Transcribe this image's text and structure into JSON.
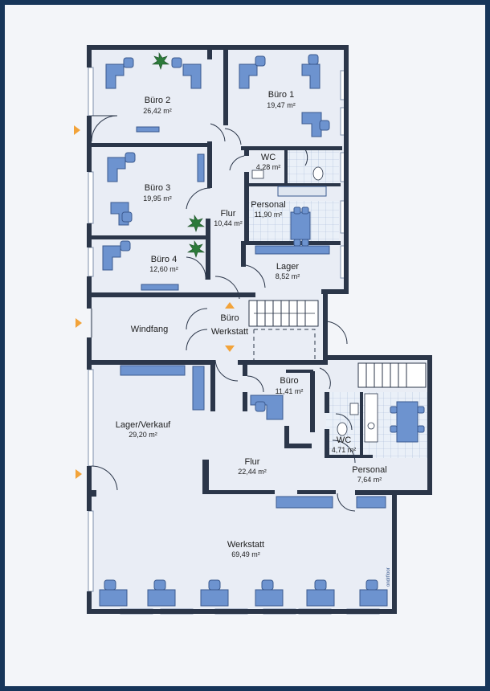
{
  "rooms": [
    {
      "id": "buero2",
      "name": "Büro 2",
      "area": "26,42 m²"
    },
    {
      "id": "buero1",
      "name": "Büro 1",
      "area": "19,47 m²"
    },
    {
      "id": "wc_top",
      "name": "WC",
      "area": "4,28 m²"
    },
    {
      "id": "buero3",
      "name": "Büro 3",
      "area": "19,95 m²"
    },
    {
      "id": "flur_top",
      "name": "Flur",
      "area": "10,44 m²"
    },
    {
      "id": "personal_top",
      "name": "Personal",
      "area": "11,90 m²"
    },
    {
      "id": "buero4",
      "name": "Büro 4",
      "area": "12,60 m²"
    },
    {
      "id": "lager",
      "name": "Lager",
      "area": "8,52 m²"
    },
    {
      "id": "windfang",
      "name": "Windfang",
      "area": ""
    },
    {
      "id": "buero_werkstatt",
      "name": "Büro",
      "name2": "Werkstatt",
      "area": ""
    },
    {
      "id": "buero_mid",
      "name": "Büro",
      "area": "11,41 m²"
    },
    {
      "id": "lager_verkauf",
      "name": "Lager/Verkauf",
      "area": "29,20 m²"
    },
    {
      "id": "wc_bottom",
      "name": "WC",
      "area": "4,71 m²"
    },
    {
      "id": "flur_bottom",
      "name": "Flur",
      "area": "22,44 m²"
    },
    {
      "id": "personal_bottom",
      "name": "Personal",
      "area": "7,64 m²"
    },
    {
      "id": "werkstatt",
      "name": "Werkstatt",
      "area": "69,49 m²"
    }
  ],
  "watermark": "ondrfloor",
  "colors": {
    "frame": "#16355a",
    "wall": "#2b3649",
    "floor": "#e9edf5",
    "furniture": "#6d93cf",
    "tile": "#dfe8f3",
    "entrance": "#f2a33a"
  }
}
